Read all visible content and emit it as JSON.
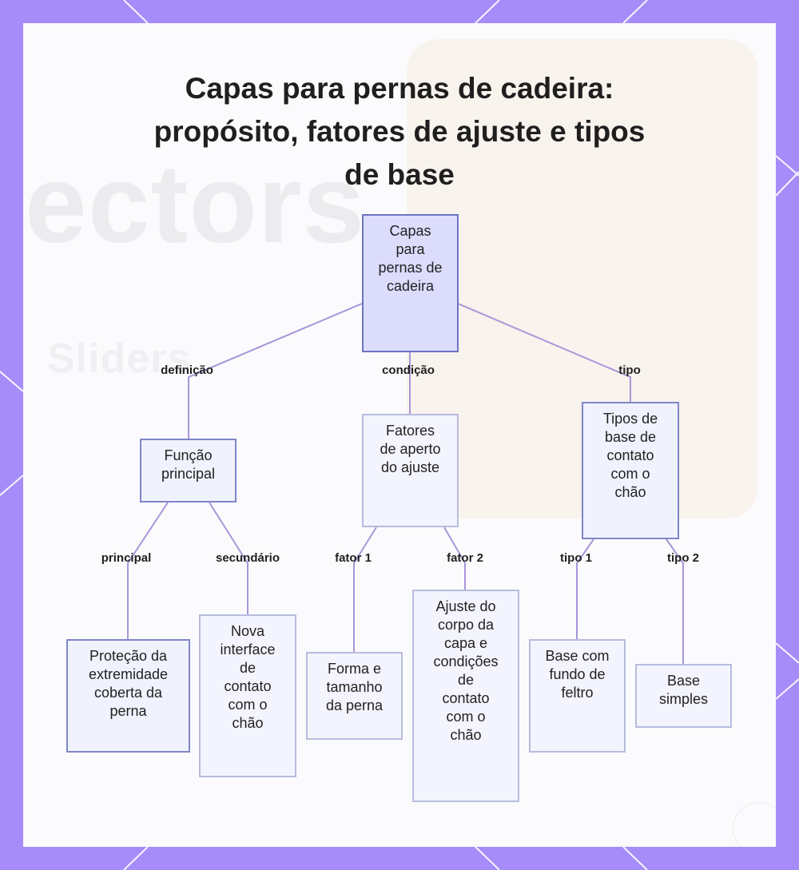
{
  "title": {
    "line1": "Capas para pernas de cadeira:",
    "line2": "propósito, fatores de ajuste e tipos",
    "line3": "de base"
  },
  "background_text": {
    "big": "ectors",
    "small": "Sliders"
  },
  "nodes": {
    "root": [
      "Capas",
      "para",
      "pernas de",
      "cadeira"
    ],
    "funcao": [
      "Função",
      "principal"
    ],
    "fatores": [
      "Fatores",
      "de aperto",
      "do ajuste"
    ],
    "tipos": [
      "Tipos de",
      "base de",
      "contato",
      "com o",
      "chão"
    ],
    "protecao": [
      "Proteção da",
      "extremidade",
      "coberta da",
      "perna"
    ],
    "nova": [
      "Nova",
      "interface",
      "de",
      "contato",
      "com o",
      "chão"
    ],
    "forma": [
      "Forma e",
      "tamanho",
      "da perna"
    ],
    "ajuste": [
      "Ajuste do",
      "corpo da",
      "capa e",
      "condições",
      "de",
      "contato",
      "com o",
      "chão"
    ],
    "feltro": [
      "Base com",
      "fundo de",
      "feltro"
    ],
    "simples": [
      "Base",
      "simples"
    ]
  },
  "edge_labels": {
    "definicao": "definição",
    "condicao": "condição",
    "tipo": "tipo",
    "principal": "principal",
    "secundario": "secundário",
    "fator1": "fator 1",
    "fator2": "fator 2",
    "tipo1": "tipo 1",
    "tipo2": "tipo 2"
  },
  "colors": {
    "frame": "#a58cf9",
    "edge": "#a995d8",
    "root_fill": "#dcdcfd",
    "node_fill": "#f3f4fd"
  }
}
